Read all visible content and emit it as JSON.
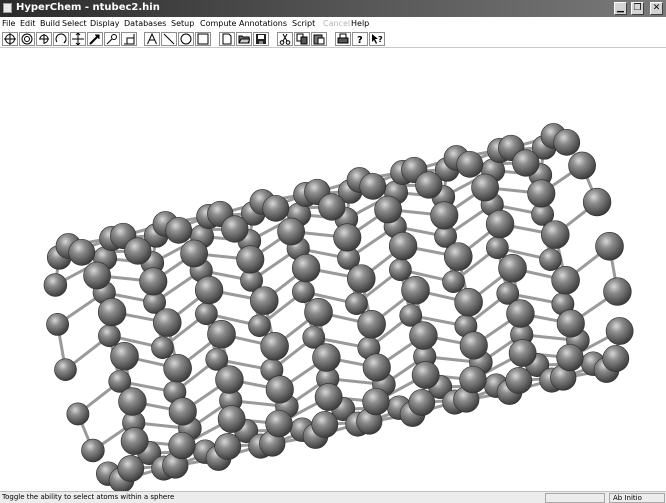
{
  "window": {
    "title": "HyperChem - ntubec2.hin",
    "controls": [
      "minimize-icon",
      "restore-icon",
      "close-icon"
    ]
  },
  "menu": {
    "file": "File",
    "edit": "Edit",
    "build": "Build",
    "select": "Select",
    "display": "Display",
    "databases": "Databases",
    "setup": "Setup",
    "compute": "Compute",
    "annotations": "Annotations",
    "script": "Script",
    "cancel": "Cancel",
    "help": "Help"
  },
  "toolbar": {
    "tools": [
      "draw-icon",
      "select-icon",
      "rotate-xy-icon",
      "rotate-z-icon",
      "translate-xy-icon",
      "translate-z-icon",
      "zoom-icon",
      "z-clip-icon",
      "text-icon",
      "line-icon",
      "ellipse-icon",
      "rectangle-icon",
      "new-icon",
      "open-icon",
      "save-icon",
      "cut-icon",
      "copy-icon",
      "paste-icon",
      "print-icon",
      "help-icon",
      "context-help-icon"
    ]
  },
  "viewer": {
    "molecule": "ntubec2.hin",
    "atom_color": "#7b7b7b",
    "bond_color": "#9a9a9a"
  },
  "status": {
    "message": "Toggle the ability to select atoms within a sphere",
    "middle": "",
    "method": "Ab Initio"
  }
}
